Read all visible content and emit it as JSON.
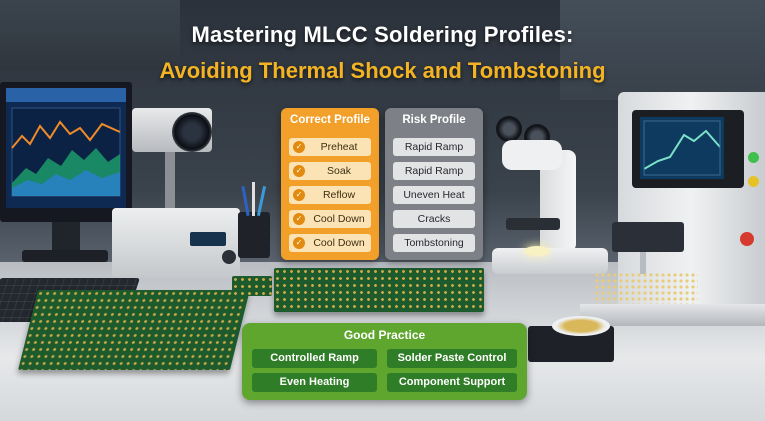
{
  "title": {
    "line1": "Mastering MLCC Soldering Profiles:",
    "line2": "Avoiding Thermal Shock and Tombstoning"
  },
  "correct_profile": {
    "heading": "Correct Profile",
    "items": [
      "Preheat",
      "Soak",
      "Reflow",
      "Cool Down",
      "Cool Down"
    ]
  },
  "risk_profile": {
    "heading": "Risk Profile",
    "items": [
      "Rapid Ramp",
      "Rapid Ramp",
      "Uneven Heat",
      "Cracks",
      "Tombstoning"
    ]
  },
  "good_practice": {
    "heading": "Good Practice",
    "items": [
      "Controlled Ramp",
      "Solder Paste Control",
      "Even Heating",
      "Component Support"
    ]
  },
  "colors": {
    "title_accent": "#f4b323",
    "correct_panel": "#f2a02a",
    "risk_panel": "#7d8086",
    "good_practice_panel": "#5fa62f",
    "good_practice_button": "#2f7d26"
  },
  "icons": {
    "check": "checkmark-icon"
  }
}
